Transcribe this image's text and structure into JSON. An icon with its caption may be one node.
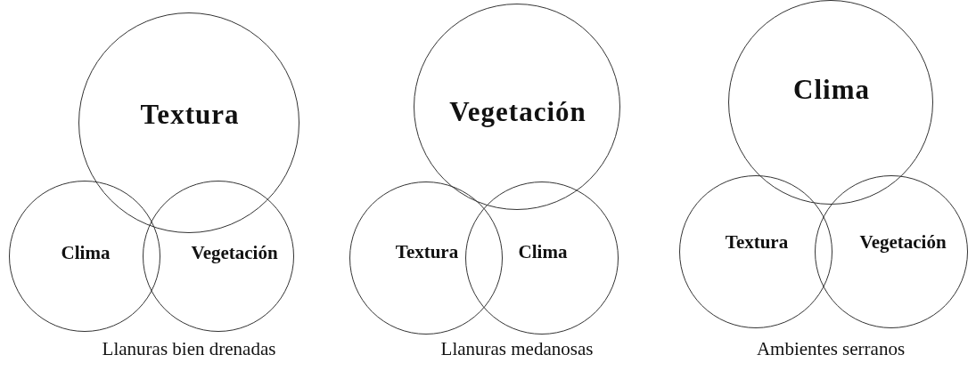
{
  "diagram": {
    "nodes": [
      {
        "text": [
          "Textura"
        ]
      },
      {
        "text": [
          "Clima"
        ]
      },
      {
        "text": [
          "Vegetación"
        ]
      },
      {
        "text": [
          "Vegetación"
        ]
      },
      {
        "text": [
          "Textura"
        ]
      },
      {
        "text": [
          "Clima"
        ]
      },
      {
        "text": [
          "Clima"
        ]
      },
      {
        "text": [
          "Textura"
        ]
      },
      {
        "text": [
          "Vegetación"
        ]
      }
    ],
    "edges": [],
    "labels": [
      "Llanuras bien drenadas",
      "Llanuras medanosas",
      "Ambientes serranos"
    ]
  }
}
